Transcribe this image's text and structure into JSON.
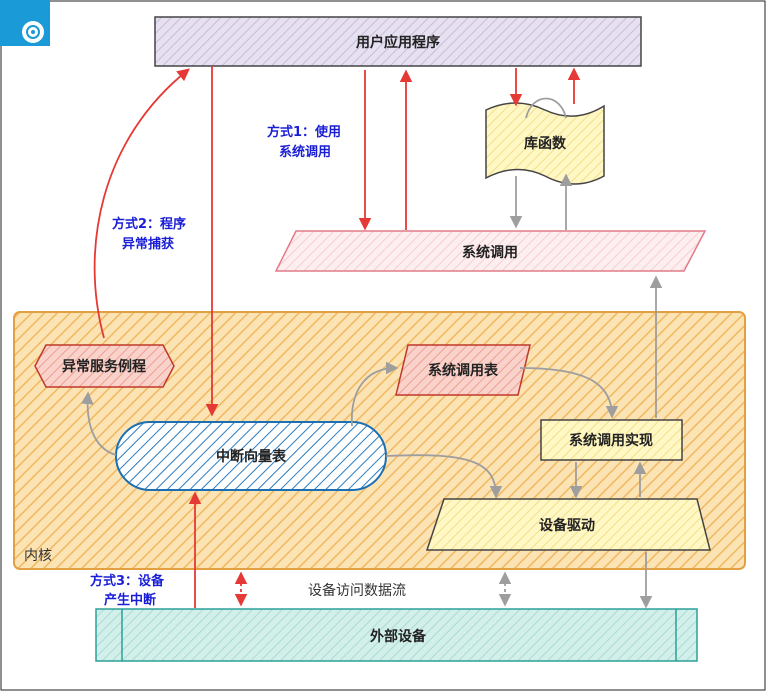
{
  "nodes": {
    "user_app": "用户应用程序",
    "lib_func": "库函数",
    "syscall": "系统调用",
    "exception_routine": "异常服务例程",
    "syscall_table": "系统调用表",
    "interrupt_vector": "中断向量表",
    "syscall_impl": "系统调用实现",
    "device_driver": "设备驱动",
    "external_device": "外部设备",
    "kernel": "内核"
  },
  "annotations": {
    "method1_line1": "方式1：使用",
    "method1_line2": "系统调用",
    "method2_line1": "方式2：程序",
    "method2_line2": "异常捕获",
    "method3_line1": "方式3：设备",
    "method3_line2": "产生中断",
    "device_data_flow": "设备访问数据流"
  },
  "colors": {
    "arrow_red": "#e53935",
    "arrow_gray": "#9e9e9e",
    "annotation_blue": "#1a1fd6",
    "kernel_fill": "#f6c97a",
    "kernel_stroke": "#e2a042",
    "user_app_fill": "#d9d2e9",
    "syscall_fill": "#fde7ea",
    "device_fill": "#c8ece6",
    "lib_fill": "#fff6c9",
    "vector_stroke": "#1b6fb3",
    "exception_fill": "#f8c9bf",
    "driver_fill": "#fff6b8",
    "logo_blue": "#1a9ad6"
  },
  "icons": {
    "logo": "app-logo-icon"
  }
}
